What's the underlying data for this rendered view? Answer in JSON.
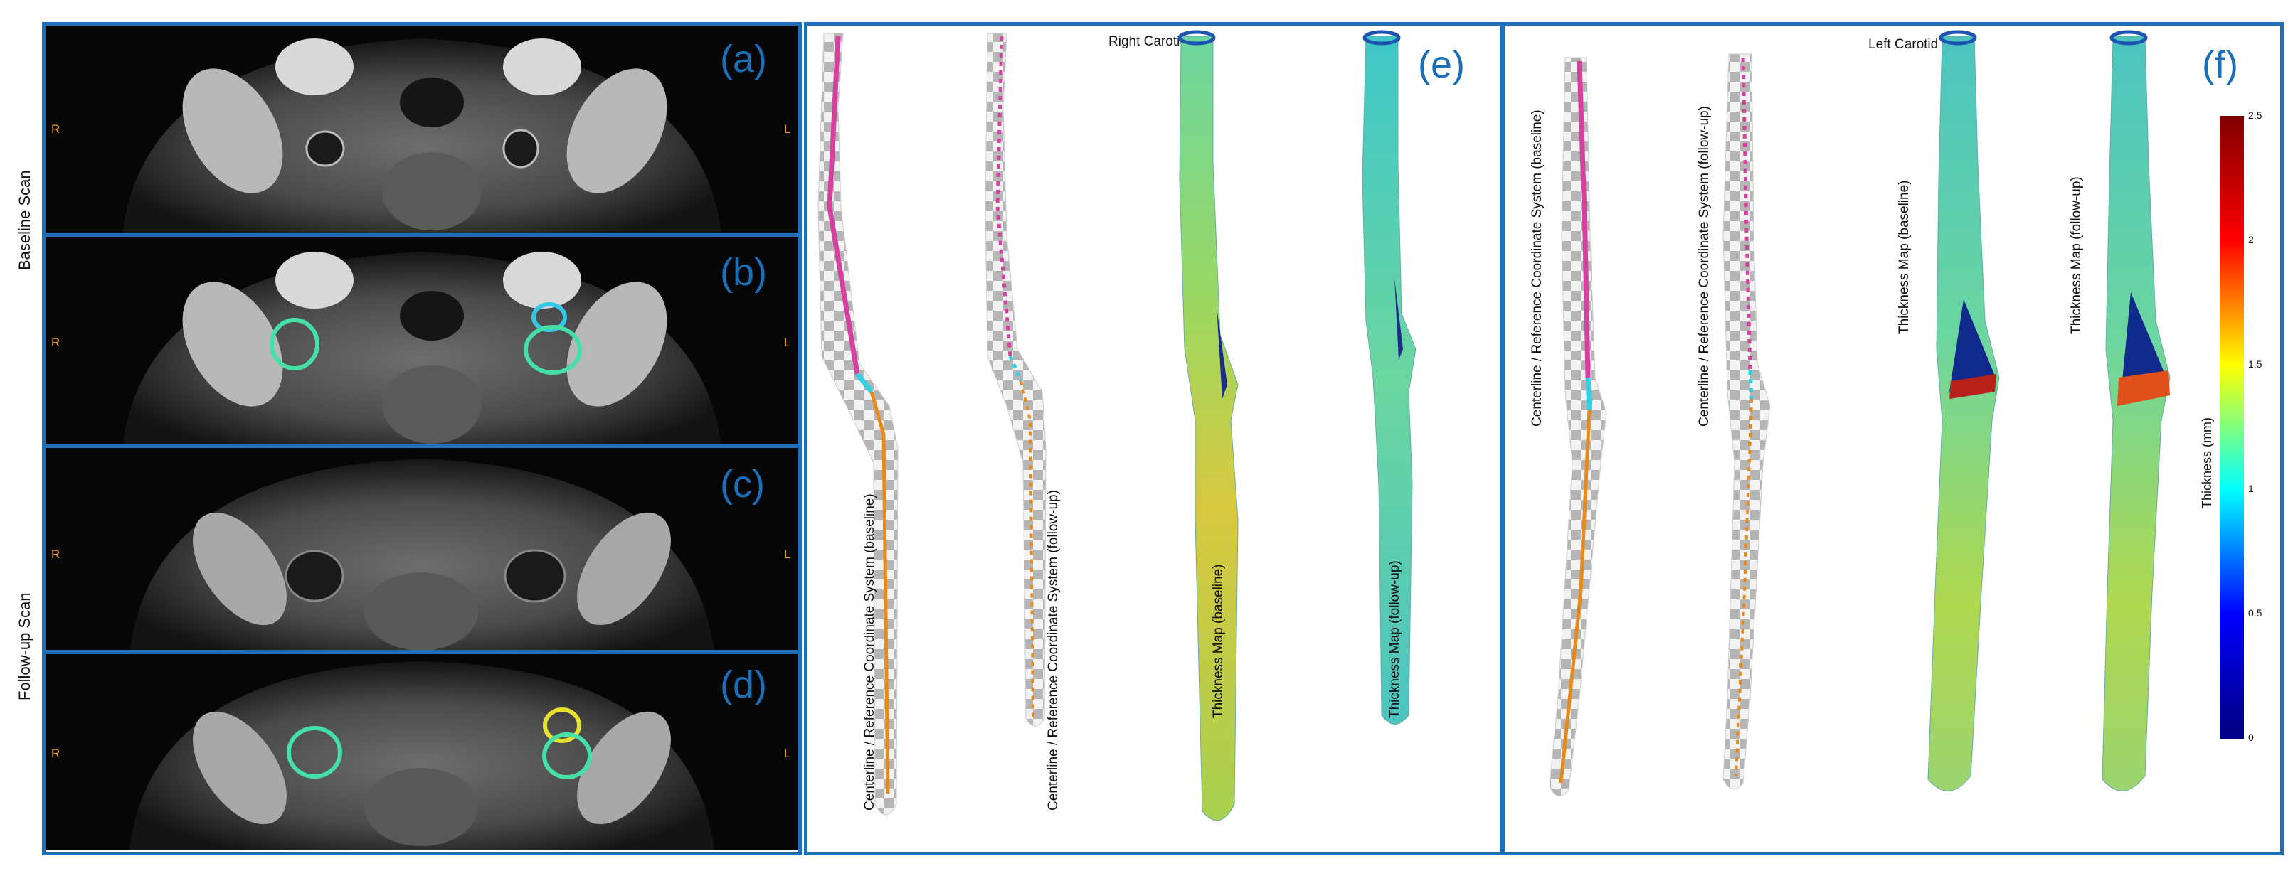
{
  "row_labels": {
    "baseline": "Baseline Scan",
    "followup": "Follow-up Scan"
  },
  "panel_labels": [
    "(a)",
    "(b)",
    "(c)",
    "(d)",
    "(e)",
    "(f)"
  ],
  "side_letters": {
    "right": "R",
    "left": "L"
  },
  "right_carotid": {
    "title": "Right Carotid",
    "labels": [
      "Centerline / Reference Coordinate System (baseline)",
      "Centerline / Reference Coordinate System (follow-up)",
      "Thickness Map (baseline)",
      "Thickness Map (follow-up)"
    ]
  },
  "left_carotid": {
    "title": "Left Carotid",
    "labels": [
      "Centerline / Reference Coordinate System (baseline)",
      "Centerline / Reference Coordinate System (follow-up)",
      "Thickness Map (baseline)",
      "Thickness Map (follow-up)"
    ]
  },
  "colorbar": {
    "label": "Thickness (mm)",
    "min": 0,
    "max": 2.5,
    "ticks": [
      "2.5",
      "2",
      "1.5",
      "1",
      "0.5",
      "0"
    ],
    "colors": [
      "#7f0000",
      "#ff0000",
      "#ffff00",
      "#00ffff",
      "#0000ff",
      "#00007f"
    ]
  },
  "colors": {
    "frame": "#1f6fb8",
    "label": "#1a6fb8",
    "side_letter": "#e8a21a",
    "centerline_cca": "#d6409f",
    "centerline_bifurcation": "#33d1e6",
    "centerline_ica": "#e88a1a"
  }
}
